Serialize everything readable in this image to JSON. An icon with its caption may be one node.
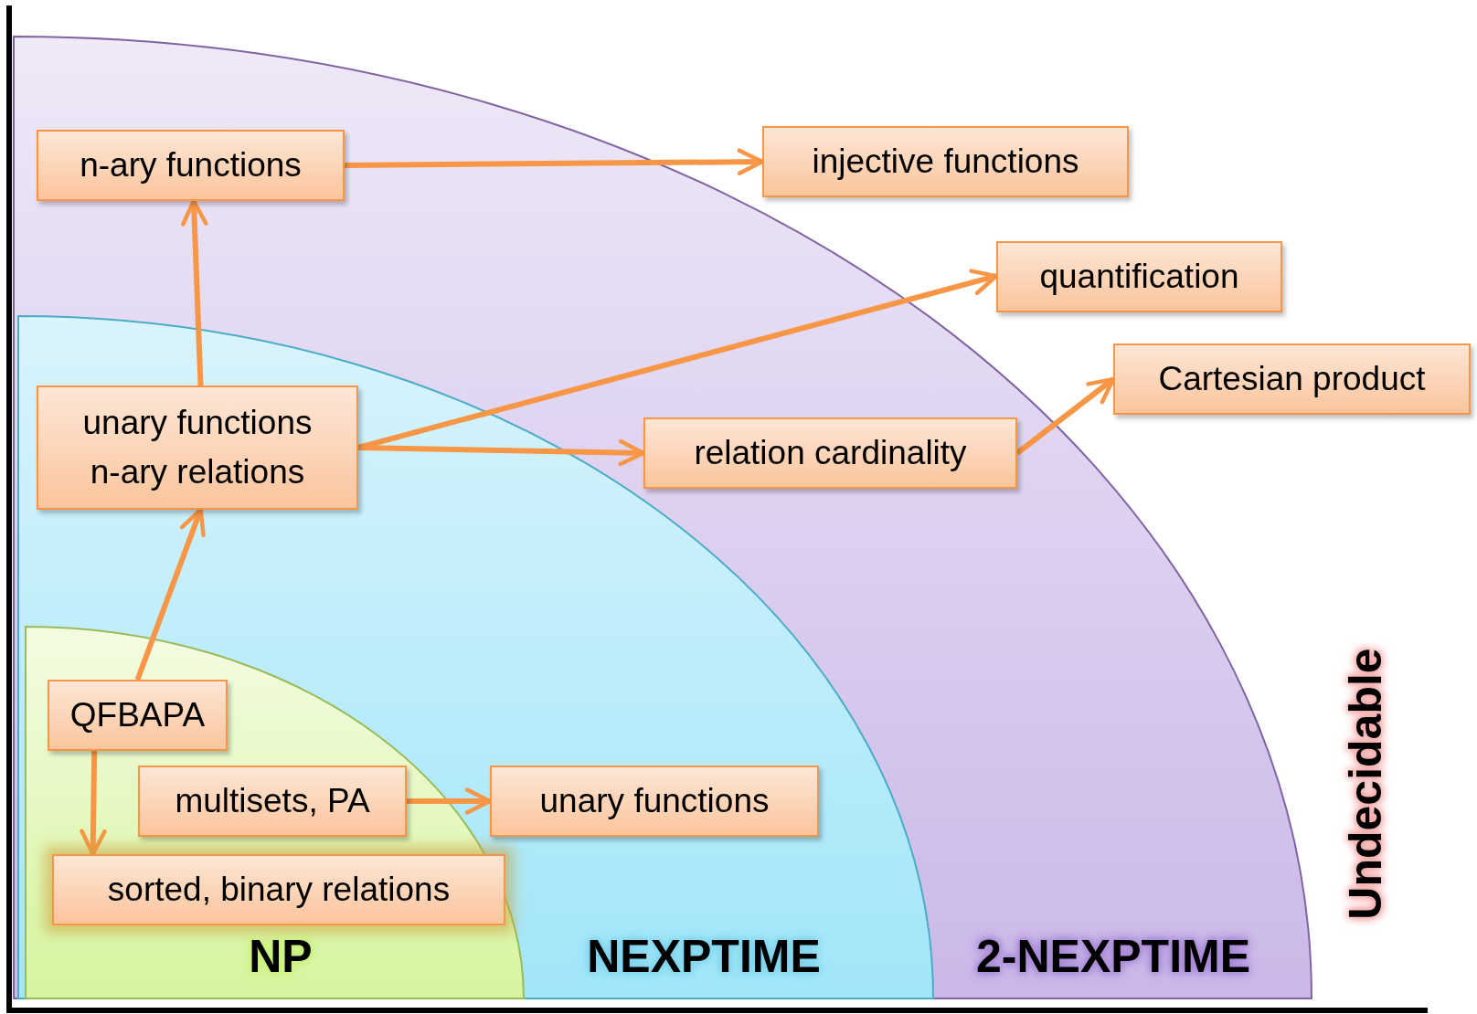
{
  "diagram": {
    "nodes": [
      {
        "text": [
          "2-NEXPTIME"
        ]
      },
      {
        "text": [
          "NEXPTIME"
        ],
        "in": 0
      },
      {
        "text": [
          "NP"
        ],
        "in": 1
      },
      {
        "text": [
          "n-ary functions"
        ],
        "in": 0
      },
      {
        "text": [
          "injective functions"
        ]
      },
      {
        "text": [
          "quantification"
        ]
      },
      {
        "text": [
          "Cartesian product"
        ]
      },
      {
        "text": [
          "unary functions n-ary relations"
        ],
        "in": 1
      },
      {
        "text": [
          "relation cardinality"
        ],
        "in": 0
      },
      {
        "text": [
          "QFBAPA"
        ],
        "in": 2
      },
      {
        "text": [
          "multisets, PA"
        ],
        "in": 2
      },
      {
        "text": [
          "unary functions"
        ],
        "in": 1
      },
      {
        "text": [
          "sorted, binary relations"
        ],
        "in": 2
      }
    ],
    "edges": [
      {
        "from": 3,
        "to": 4,
        "arrow": "to"
      },
      {
        "from": 7,
        "to": 3,
        "arrow": "to"
      },
      {
        "from": 7,
        "to": 5,
        "arrow": "to"
      },
      {
        "from": 7,
        "to": 8,
        "arrow": "to"
      },
      {
        "from": 8,
        "to": 6,
        "arrow": "to"
      },
      {
        "from": 9,
        "to": 7,
        "arrow": "to"
      },
      {
        "from": 9,
        "to": 12,
        "arrow": "to"
      },
      {
        "from": 10,
        "to": 11,
        "arrow": "to"
      }
    ],
    "labels": [
      "Undecidable"
    ]
  }
}
